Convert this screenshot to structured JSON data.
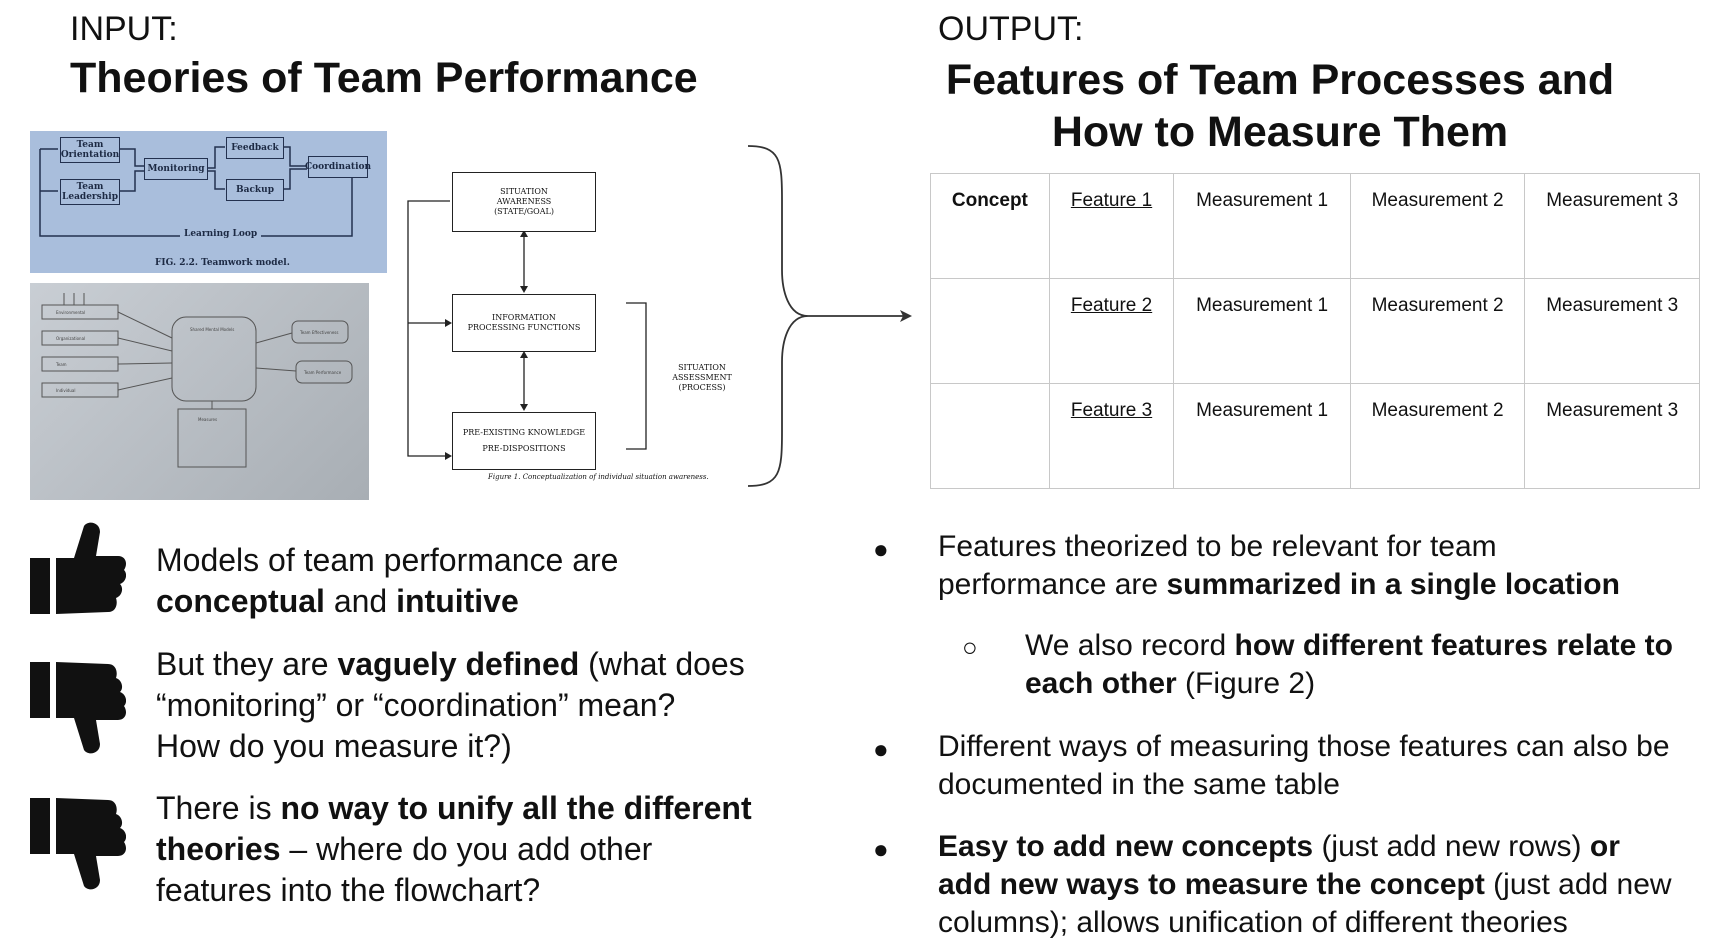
{
  "left": {
    "label": "INPUT:",
    "title": "Theories of Team Performance",
    "figure_teamwork": {
      "boxes": [
        "Team Orientation",
        "Team Leadership",
        "Monitoring",
        "Feedback",
        "Backup",
        "Coordination"
      ],
      "loop_label": "Learning Loop",
      "caption": "FIG. 2.2.  Teamwork model."
    },
    "figure_sa": {
      "top": [
        "SITUATION AWARENESS",
        "(STATE/GOAL)"
      ],
      "middle": [
        "INFORMATION PROCESSING FUNCTIONS"
      ],
      "bottom": [
        "PRE-EXISTING KNOWLEDGE",
        "PRE-DISPOSITIONS"
      ],
      "side": [
        "SITUATION ASSESSMENT",
        "(PROCESS)"
      ],
      "caption": "Figure 1.  Conceptualization of individual situation awareness."
    },
    "points": [
      {
        "parts": [
          {
            "t": "Models of team performance are ",
            "b": false
          },
          {
            "t": "conceptual",
            "b": true
          },
          {
            "t": " and ",
            "b": false
          },
          {
            "t": "intuitive",
            "b": true
          }
        ],
        "icon": "thumbs-up-icon"
      },
      {
        "parts": [
          {
            "t": "But they are ",
            "b": false
          },
          {
            "t": "vaguely defined",
            "b": true
          },
          {
            "t": " (what does “monitoring” or “coordination” mean? How do you measure it?)",
            "b": false
          }
        ],
        "icon": "thumbs-down-icon"
      },
      {
        "parts": [
          {
            "t": "There is ",
            "b": false
          },
          {
            "t": "no way to unify all the different theories",
            "b": true
          },
          {
            "t": " – where do you add other features into the flowchart?",
            "b": false
          }
        ],
        "icon": "thumbs-down-icon"
      }
    ]
  },
  "right": {
    "label": "OUTPUT:",
    "title_line1": "Features of Team Processes and",
    "title_line2": "How to Measure Them",
    "table": {
      "rows": [
        [
          "Concept",
          "Feature 1",
          "Measurement 1",
          "Measurement 2",
          "Measurement 3"
        ],
        [
          "",
          "Feature 2",
          "Measurement 1",
          "Measurement 2",
          "Measurement 3"
        ],
        [
          "",
          "Feature 3",
          "Measurement 1",
          "Measurement 2",
          "Measurement 3"
        ]
      ]
    },
    "bullets": [
      {
        "level": 1,
        "marker": "●",
        "parts": [
          {
            "t": "Features theorized to be relevant for team performance are ",
            "b": false
          },
          {
            "t": "summarized in a single location",
            "b": true
          }
        ]
      },
      {
        "level": 2,
        "marker": "○",
        "parts": [
          {
            "t": "We also record ",
            "b": false
          },
          {
            "t": "how different features relate to each other",
            "b": true
          },
          {
            "t": " (Figure 2)",
            "b": false
          }
        ]
      },
      {
        "level": 1,
        "marker": "●",
        "parts": [
          {
            "t": "Different ways of measuring those features can also be documented in the same table",
            "b": false
          }
        ]
      },
      {
        "level": 1,
        "marker": "●",
        "parts": [
          {
            "t": "Easy to add new concepts",
            "b": true
          },
          {
            "t": " (just add new rows) ",
            "b": false
          },
          {
            "t": "or add new ways to measure the concept",
            "b": true
          },
          {
            "t": " (just add new columns); allows unification of different theories",
            "b": false
          }
        ]
      }
    ]
  },
  "colors": {
    "text": "#111111",
    "figure_blue": "#a9bedc",
    "table_border": "#c8c8c8"
  }
}
